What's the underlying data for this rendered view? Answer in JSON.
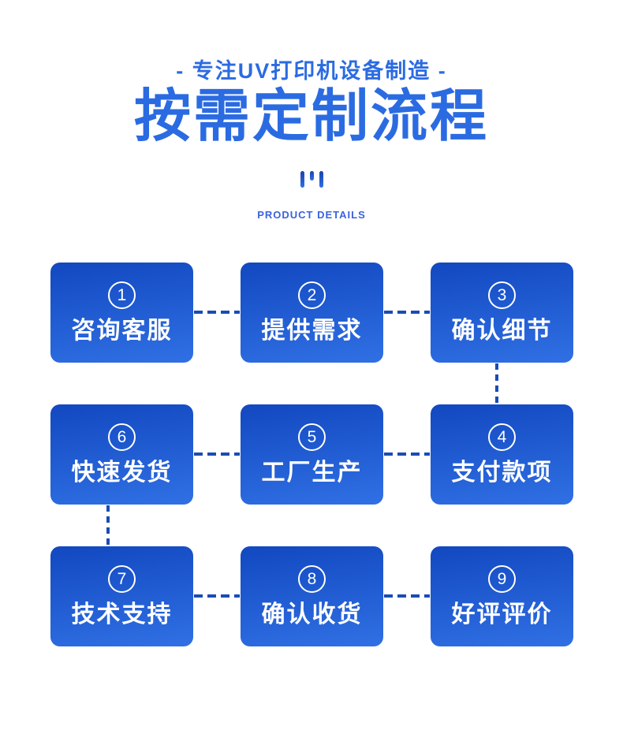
{
  "header": {
    "subtitle": "- 专注UV打印机设备制造 -",
    "title": "按需定制流程",
    "section_label": "PRODUCT DETAILS"
  },
  "icons": {
    "bars_icon": "three-vertical-bars"
  },
  "colors": {
    "accent_blue": "#2b6be2",
    "box_gradient_top": "#1248c0",
    "box_gradient_bottom": "#3070e4",
    "connector_blue": "#1a4cb4",
    "section_label_blue": "#3a63dd",
    "text_on_box": "#ffffff",
    "background": "#ffffff"
  },
  "steps": [
    {
      "num": "1",
      "label": "咨询客服"
    },
    {
      "num": "2",
      "label": "提供需求"
    },
    {
      "num": "3",
      "label": "确认细节"
    },
    {
      "num": "4",
      "label": "支付款项"
    },
    {
      "num": "5",
      "label": "工厂生产"
    },
    {
      "num": "6",
      "label": "快速发货"
    },
    {
      "num": "7",
      "label": "技术支持"
    },
    {
      "num": "8",
      "label": "确认收货"
    },
    {
      "num": "9",
      "label": "好评评价"
    }
  ]
}
